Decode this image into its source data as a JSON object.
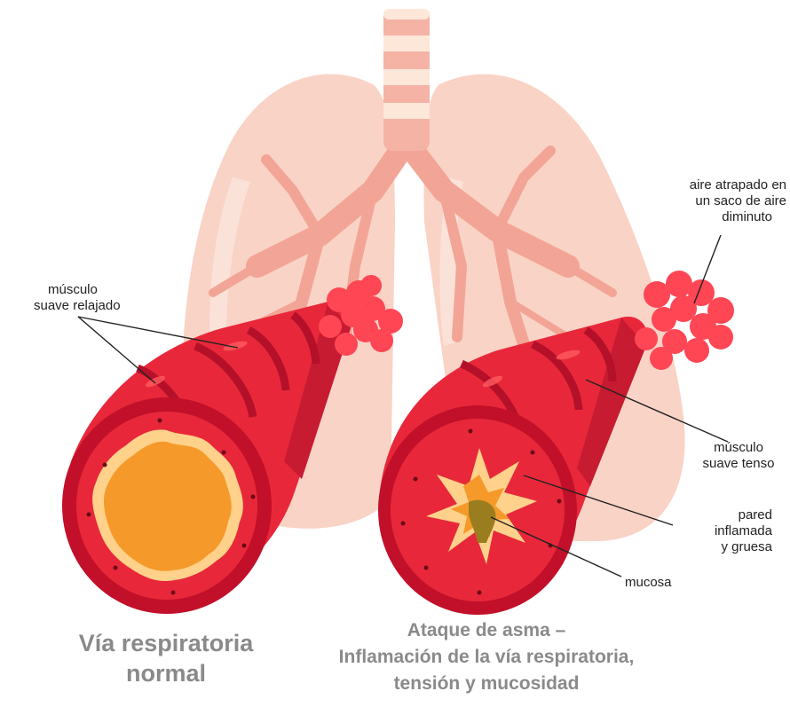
{
  "labels": {
    "relaxed_muscle": [
      "músculo",
      "suave relajado"
    ],
    "trapped_air": [
      "aire atrapado en",
      "un saco de aire",
      "diminuto"
    ],
    "tense_muscle": [
      "músculo",
      "suave tenso"
    ],
    "inflamed_wall": [
      "pared",
      "inflamada",
      "y gruesa"
    ],
    "mucus": "mucosa"
  },
  "captions": {
    "normal": [
      "Vía respiratoria",
      "normal"
    ],
    "asthma": [
      "Ataque de asma –",
      "Inflamación de la vía respiratoria,",
      "tensión y mucosidad"
    ]
  },
  "colors": {
    "lung": "#f9d3c6",
    "lung_outline": "#f4b9a8",
    "bronchi": "#f2a596",
    "airway": "#e8283a",
    "airway_dark": "#b5102a",
    "airway_light": "#ff5a5f",
    "lumen_normal": "#f59a2a",
    "lumen_rim": "#ffd18a",
    "mucus": "#9a7d1e",
    "alveoli": "#ff4654"
  }
}
